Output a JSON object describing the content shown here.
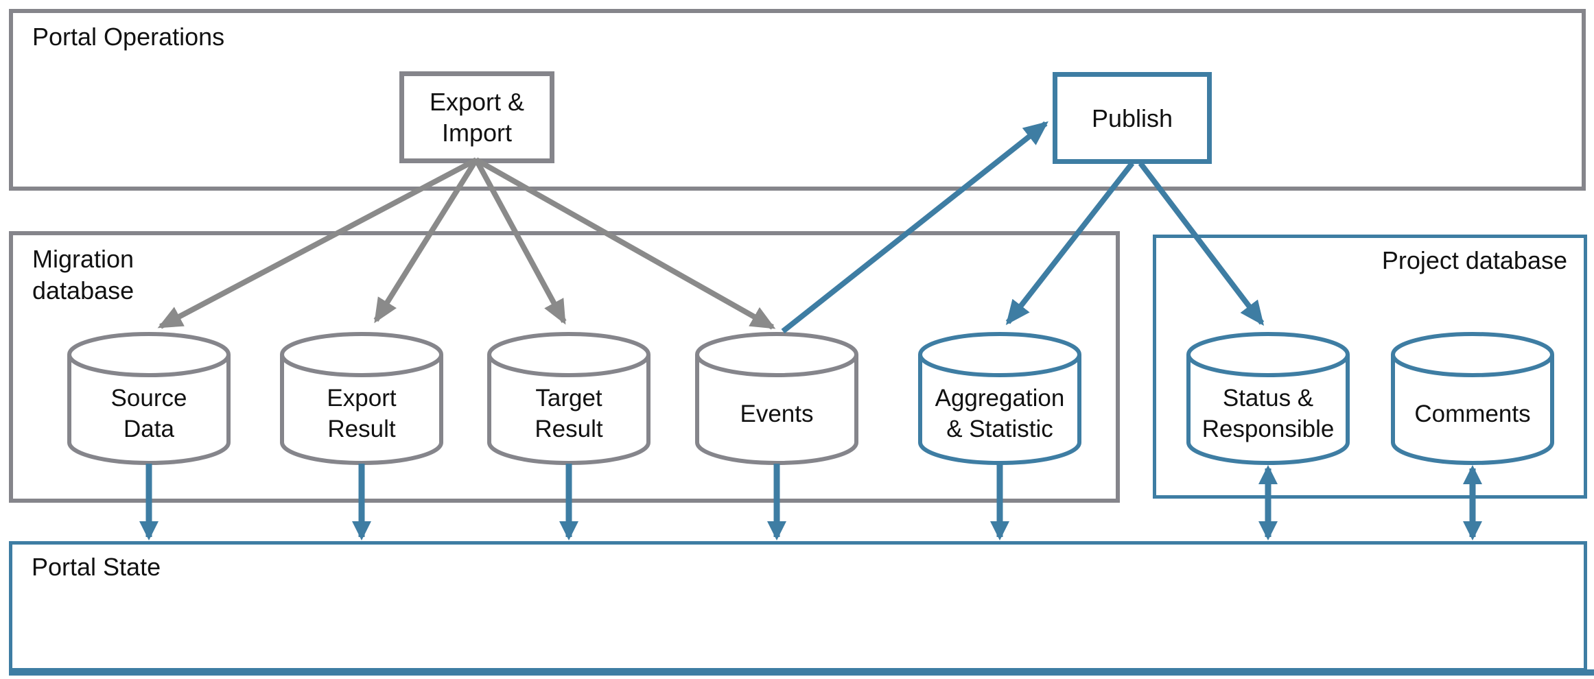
{
  "containers": {
    "portal_operations": {
      "label": "Portal Operations"
    },
    "migration_database": {
      "label": "Migration\ndatabase"
    },
    "project_database": {
      "label": "Project database"
    },
    "portal_state": {
      "label": "Portal State"
    }
  },
  "processes": {
    "export_import": {
      "label": "Export &\nImport"
    },
    "publish": {
      "label": "Publish"
    }
  },
  "cylinders": [
    {
      "id": "source-data",
      "label": "Source\nData",
      "color": "gray"
    },
    {
      "id": "export-result",
      "label": "Export\nResult",
      "color": "gray"
    },
    {
      "id": "target-result",
      "label": "Target\nResult",
      "color": "gray"
    },
    {
      "id": "events",
      "label": "Events",
      "color": "gray"
    },
    {
      "id": "aggregation-statistic",
      "label": "Aggregation\n& Statistic",
      "color": "blue"
    },
    {
      "id": "status-responsible",
      "label": "Status &\nResponsible",
      "color": "blue"
    },
    {
      "id": "comments",
      "label": "Comments",
      "color": "blue"
    }
  ],
  "edges": [
    {
      "from": "export-import",
      "to": "source-data",
      "color": "gray",
      "heads": "end"
    },
    {
      "from": "export-import",
      "to": "export-result",
      "color": "gray",
      "heads": "end"
    },
    {
      "from": "export-import",
      "to": "target-result",
      "color": "gray",
      "heads": "end"
    },
    {
      "from": "export-import",
      "to": "events",
      "color": "gray",
      "heads": "end"
    },
    {
      "from": "events",
      "to": "publish",
      "color": "blue",
      "heads": "end"
    },
    {
      "from": "publish",
      "to": "aggregation-statistic",
      "color": "blue",
      "heads": "end"
    },
    {
      "from": "publish",
      "to": "status-responsible",
      "color": "blue",
      "heads": "end"
    },
    {
      "from": "source-data",
      "to": "portal-state",
      "color": "blue",
      "heads": "end"
    },
    {
      "from": "export-result",
      "to": "portal-state",
      "color": "blue",
      "heads": "end"
    },
    {
      "from": "target-result",
      "to": "portal-state",
      "color": "blue",
      "heads": "end"
    },
    {
      "from": "events",
      "to": "portal-state",
      "color": "blue",
      "heads": "end"
    },
    {
      "from": "aggregation-statistic",
      "to": "portal-state",
      "color": "blue",
      "heads": "end"
    },
    {
      "from": "status-responsible",
      "to": "portal-state",
      "color": "blue",
      "heads": "both"
    },
    {
      "from": "comments",
      "to": "portal-state",
      "color": "blue",
      "heads": "both"
    }
  ],
  "colors": {
    "gray": "#85858B",
    "gray_arrow": "#8A8A8A",
    "blue": "#3E7DA3",
    "background": "#FFFFFF",
    "text": "#111111"
  }
}
